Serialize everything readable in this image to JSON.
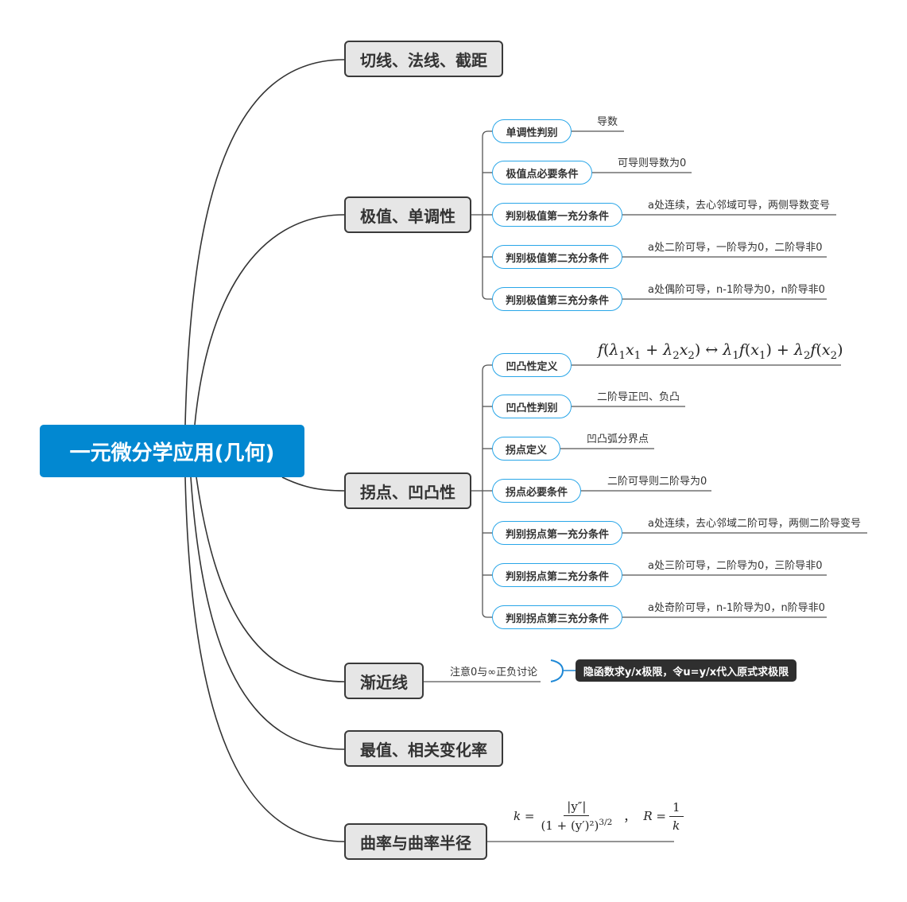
{
  "root": {
    "label": "一元微分学应用(几何)",
    "color": "#0288d1"
  },
  "branches": {
    "tangent": {
      "label": "切线、法线、截距"
    },
    "extrema": {
      "label": "极值、单调性",
      "children": [
        {
          "label": "单调性判别",
          "detail": "导数"
        },
        {
          "label": "极值点必要条件",
          "detail": "可导则导数为0"
        },
        {
          "label": "判别极值第一充分条件",
          "detail": "a处连续，去心邻域可导，两侧导数变号"
        },
        {
          "label": "判别极值第二充分条件",
          "detail": "a处二阶可导，一阶导为0，二阶导非0"
        },
        {
          "label": "判别极值第三充分条件",
          "detail": "a处偶阶可导，n-1阶导为0，n阶导非0"
        }
      ]
    },
    "inflection": {
      "label": "拐点、凹凸性",
      "children": [
        {
          "label": "凹凸性定义",
          "detail": "f(λ₁x₁ + λ₂x₂) ↔ λ₁f(x₁) + λ₂f(x₂)"
        },
        {
          "label": "凹凸性判别",
          "detail": "二阶导正凹、负凸"
        },
        {
          "label": "拐点定义",
          "detail": "凹凸弧分界点"
        },
        {
          "label": "拐点必要条件",
          "detail": "二阶可导则二阶导为0"
        },
        {
          "label": "判别拐点第一充分条件",
          "detail": "a处连续，去心邻域二阶可导，两侧二阶导变号"
        },
        {
          "label": "判别拐点第二充分条件",
          "detail": "a处三阶可导，二阶导为0，三阶导非0"
        },
        {
          "label": "判别拐点第三充分条件",
          "detail": "a处奇阶可导，n-1阶导为0，n阶导非0"
        }
      ]
    },
    "asymptote": {
      "label": "渐近线",
      "detail": "注意0与∞正负讨论",
      "note": "隐函数求y/x极限，令u=y/x代入原式求极限"
    },
    "optimum": {
      "label": "最值、相关变化率"
    },
    "curvature": {
      "label": "曲率与曲率半径",
      "formula": {
        "k_lhs": "k =",
        "k_num": "|y″|",
        "k_den": "(1 + (y′)²)",
        "k_exp": "3/2",
        "sep": "，",
        "r_lhs": "R =",
        "r_num": "1",
        "r_den": "k"
      }
    }
  },
  "colors": {
    "main_fill": "#e6e6e6",
    "main_border": "#3a3a3a",
    "sub_border": "#29a6e8",
    "note_fill": "#2f2f2f",
    "bracket": "#1e88d6"
  }
}
